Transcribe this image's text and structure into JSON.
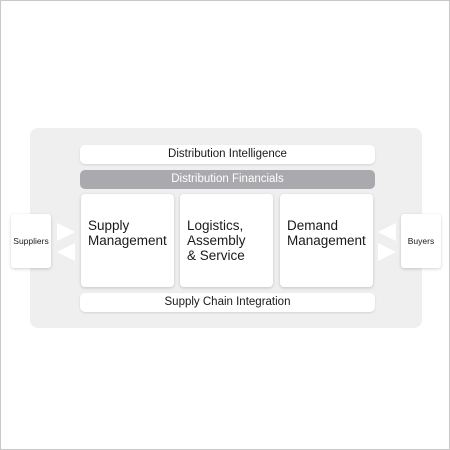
{
  "diagram": {
    "top_bar": "Distribution Intelligence",
    "financials_bar": "Distribution Financials",
    "bottom_bar": "Supply Chain Integration",
    "columns": [
      {
        "lines": [
          "Supply",
          "Management"
        ]
      },
      {
        "lines": [
          "Logistics,",
          "Assembly",
          "& Service"
        ]
      },
      {
        "lines": [
          "Demand",
          "Management"
        ]
      }
    ],
    "left_node": "Suppliers",
    "right_node": "Buyers"
  },
  "colors": {
    "panel": "#efeff0",
    "box": "#ffffff",
    "financials": "#a9a9ae",
    "text": "#1a1a1a"
  }
}
